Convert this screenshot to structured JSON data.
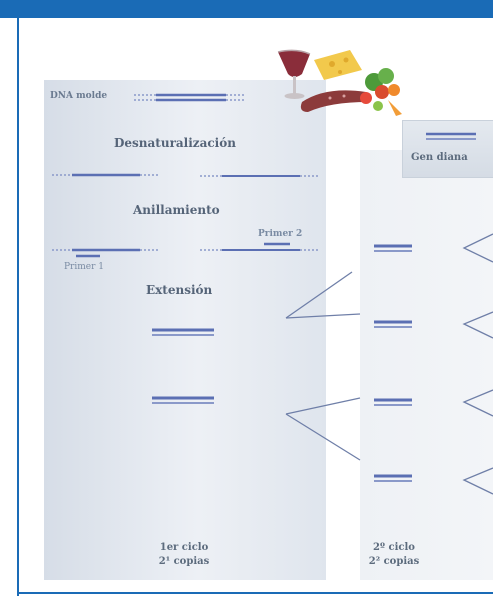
{
  "labels": {
    "template": "DNA molde",
    "denaturation": "Desnaturalización",
    "annealing": "Anillamiento",
    "primer2": "Primer 2",
    "primer1": "Primer 1",
    "extension": "Extensión",
    "target_gene": "Gen diana"
  },
  "cycles": [
    {
      "line1": "1er ciclo",
      "line2": "2¹ copias"
    },
    {
      "line1": "2º ciclo",
      "line2": "2² copias"
    }
  ],
  "colors": {
    "frame": "#1a6bb6",
    "strand": "#5b6fb3",
    "strand_dotted": "#8a99c9",
    "connector": "#6f7fa8"
  },
  "illustration": "food-illustration"
}
